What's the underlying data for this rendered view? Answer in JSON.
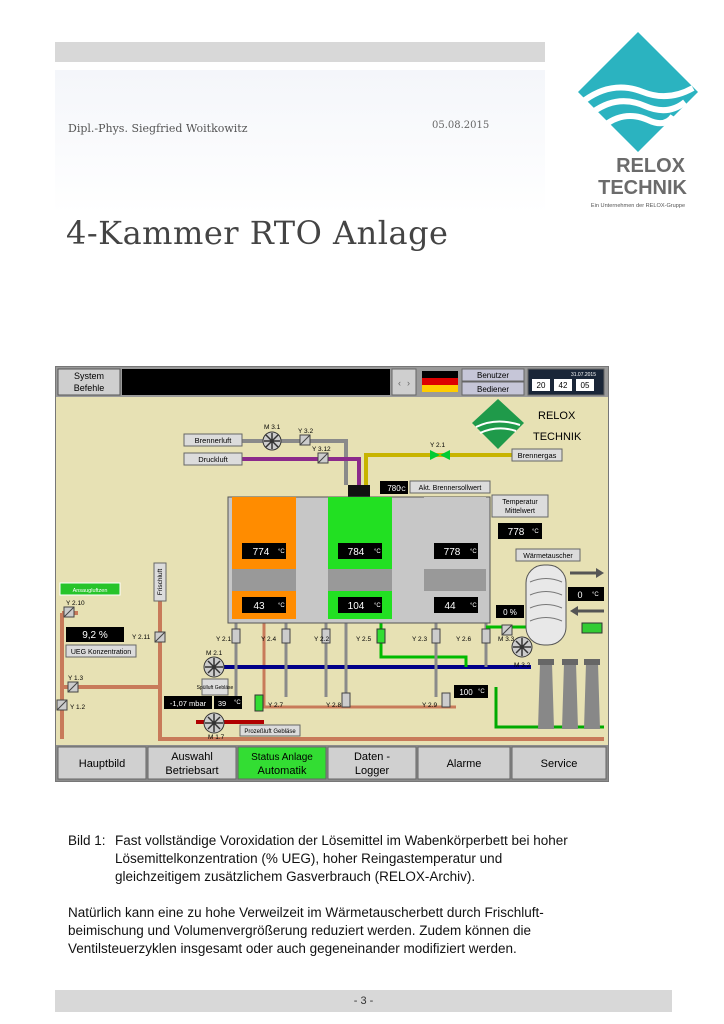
{
  "header": {
    "author": "Dipl.-Phys. Siegfried Woitkowitz",
    "date": "05.08.2015",
    "title": "4-Kammer RTO Anlage"
  },
  "logo": {
    "line1": "RELOX",
    "line2": "TECHNIK",
    "tagline": "Ein Unternehmen der RELOX-Gruppe",
    "colors": {
      "teal": "#2bb3c0",
      "text": "#6b6b6b"
    }
  },
  "hmi": {
    "system_label": "System",
    "befehle_label": "Befehle",
    "benutzer_label": "Benutzer",
    "bediener_label": "Bediener",
    "clock_date": "31.07.2015",
    "clock_h": "20",
    "clock_m": "42",
    "clock_s": "05",
    "brand1": "RELOX",
    "brand2": "TECHNIK",
    "brennerluft": "Brennerluft",
    "druckluft": "Druckluft",
    "brennergas": "Brennergas",
    "m31": "M 3.1",
    "y32": "Y 3.2",
    "y312": "Y 3.12",
    "y21": "Y 2.1",
    "brenner_sollwert": "780",
    "akt_brenner": "Akt. Brennersollwert",
    "temp_mittel_1": "Temperatur",
    "temp_mittel_2": "Mittelwert",
    "temp_mittel_val": "778",
    "waermetauscher": "Wärmetauscher",
    "unit_c": "°C",
    "chamber1_top": "774",
    "chamber1_bot": "43",
    "chamber2_top": "784",
    "chamber2_bot": "104",
    "chamber3_top": "778",
    "chamber3_bot": "44",
    "hx_val": "0",
    "pct_val": "0 %",
    "ansaug": "Ansaugluftzen",
    "frischluft": "Frischluft",
    "y210": "Y 2.10",
    "ueg_val": "9,2 %",
    "ueg_label": "UEG Konzentration",
    "y211": "Y 2.11",
    "y13": "Y 1.3",
    "y12": "Y 1.2",
    "m21": "M 2.1",
    "spuelluft": "Spülluft Gebläse",
    "pressure_val": "-1,07 mbar",
    "hz_val": "39",
    "m17": "M 1.7",
    "prozessluft": "Prozeßluft Gebläse",
    "y27": "Y 2.7",
    "y28": "Y 2.8",
    "y29": "Y 2.9",
    "y22a": "Y 2.1",
    "y24": "Y 2.4",
    "y22": "Y 2.2",
    "y25": "Y 2.5",
    "y23": "Y 2.3",
    "y26": "Y 2.6",
    "m33": "M 3.3",
    "m32": "M 3.2",
    "exhaust_val": "100",
    "nav": [
      {
        "l1": "Hauptbild",
        "l2": ""
      },
      {
        "l1": "Auswahl",
        "l2": "Betriebsart"
      },
      {
        "l1": "Status Anlage",
        "l2": "Automatik"
      },
      {
        "l1": "Daten -",
        "l2": "Logger"
      },
      {
        "l1": "Alarme",
        "l2": ""
      },
      {
        "l1": "Service",
        "l2": ""
      }
    ]
  },
  "caption": {
    "label": "Bild 1:",
    "line1": "Fast vollständige Voroxidation der Lösemittel im Wabenkörperbett bei hoher",
    "line2": "Lösemittelkonzentration (% UEG), hoher Reingastemperatur und",
    "line3": "gleichzeitigem zusätzlichem Gasverbrauch (RELOX-Archiv)."
  },
  "paragraph": {
    "line1": "Natürlich kann eine zu hohe Verweilzeit im Wärmetauscherbett durch Frischluft-",
    "line2": "beimischung und Volumenvergrößerung reduziert werden. Zudem können die",
    "line3": "Ventilsteuerzyklen insgesamt oder auch gegeneinander modifiziert werden."
  },
  "footer": {
    "page": "- 3 -"
  }
}
